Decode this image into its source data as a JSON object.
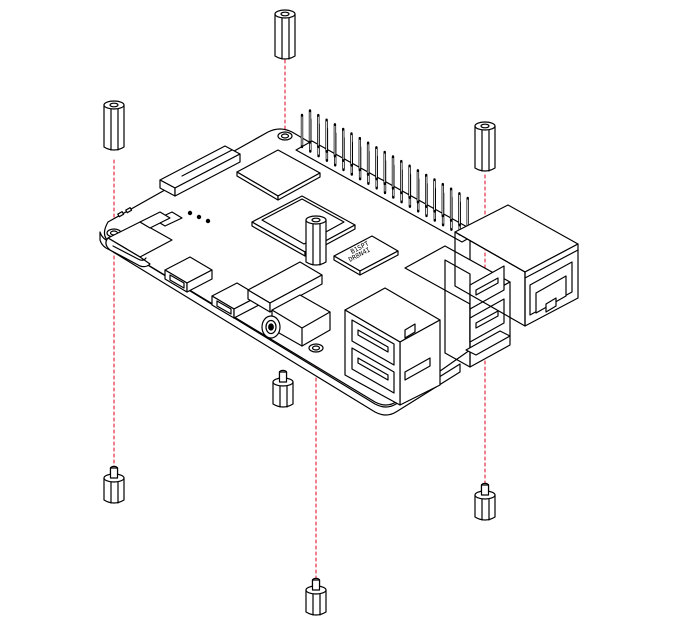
{
  "diagram": {
    "chip_marking_line1": "B1SPT",
    "chip_marking_line2": "DR8N4I",
    "colors": {
      "line": "#000000",
      "fill": "#ffffff",
      "guide": "#e0001b"
    },
    "parts": [
      {
        "name": "standoff-top-center",
        "kind": "standoff-long"
      },
      {
        "name": "standoff-top-left",
        "kind": "standoff-long"
      },
      {
        "name": "standoff-top-right",
        "kind": "standoff-long"
      },
      {
        "name": "standoff-board-center",
        "kind": "standoff-long"
      },
      {
        "name": "standoff-bottom-left",
        "kind": "standoff-short"
      },
      {
        "name": "standoff-bottom-center",
        "kind": "standoff-short"
      },
      {
        "name": "standoff-bottom-right",
        "kind": "standoff-short"
      },
      {
        "name": "standoff-under-board",
        "kind": "standoff-short"
      }
    ]
  }
}
